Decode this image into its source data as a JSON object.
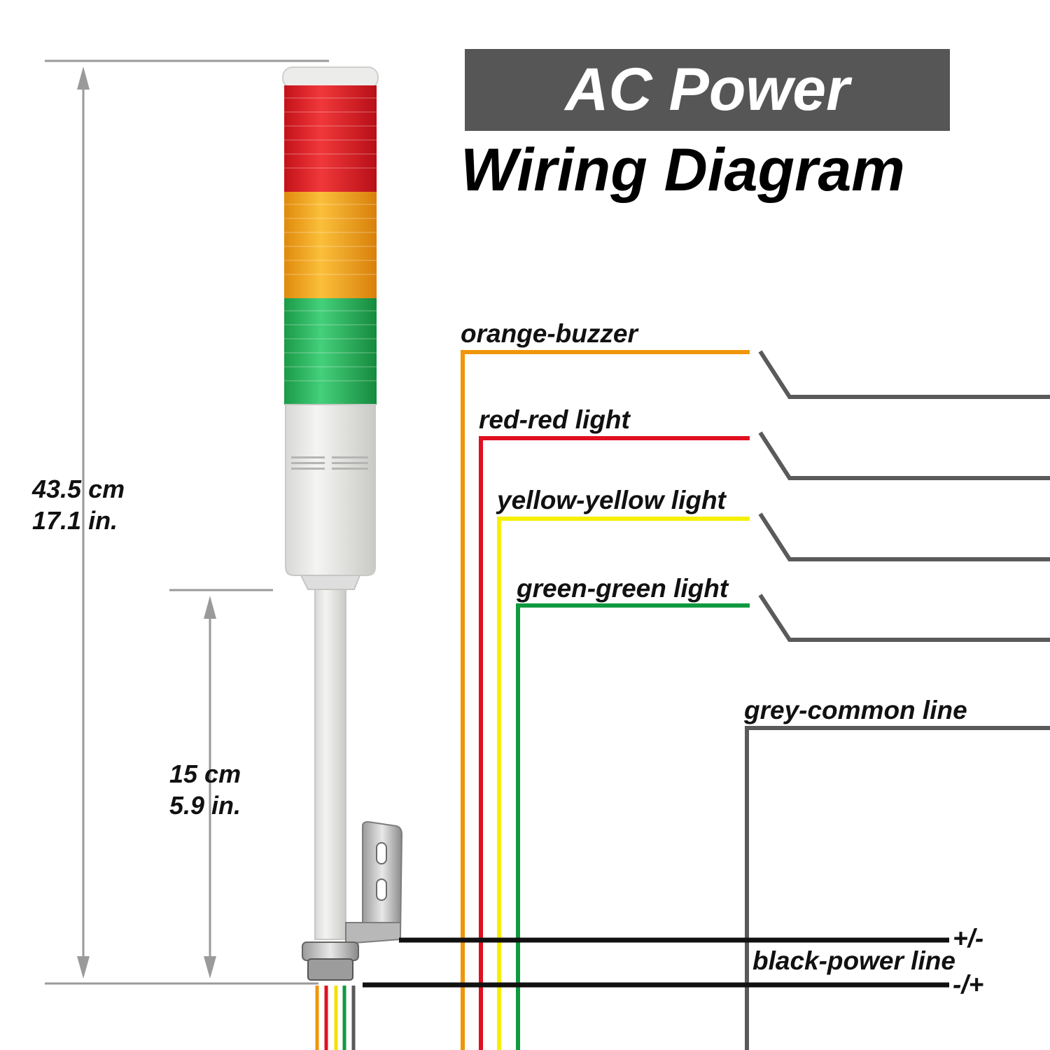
{
  "title": "AC Power",
  "subtitle": "Wiring Diagram",
  "dimensions": {
    "total": {
      "metric": "43.5 cm",
      "imperial": "17.1 in."
    },
    "pole": {
      "metric": "15 cm",
      "imperial": "5.9 in."
    }
  },
  "wires": [
    {
      "label": "orange-buzzer",
      "color": "#f0960a"
    },
    {
      "label": "red-red light",
      "color": "#e01020"
    },
    {
      "label": "yellow-yellow light",
      "color": "#f5f000"
    },
    {
      "label": "green-green light",
      "color": "#109a40"
    },
    {
      "label": "grey-common line",
      "color": "#5a5a5a"
    }
  ],
  "power": {
    "label": "black-power line",
    "plus_minus": "+/-",
    "minus_plus": "-/+",
    "color": "#111111"
  },
  "tower_segments": [
    {
      "name": "red",
      "color": "#e52322"
    },
    {
      "name": "amber",
      "color": "#f5a31a"
    },
    {
      "name": "green",
      "color": "#2fb65a"
    }
  ]
}
